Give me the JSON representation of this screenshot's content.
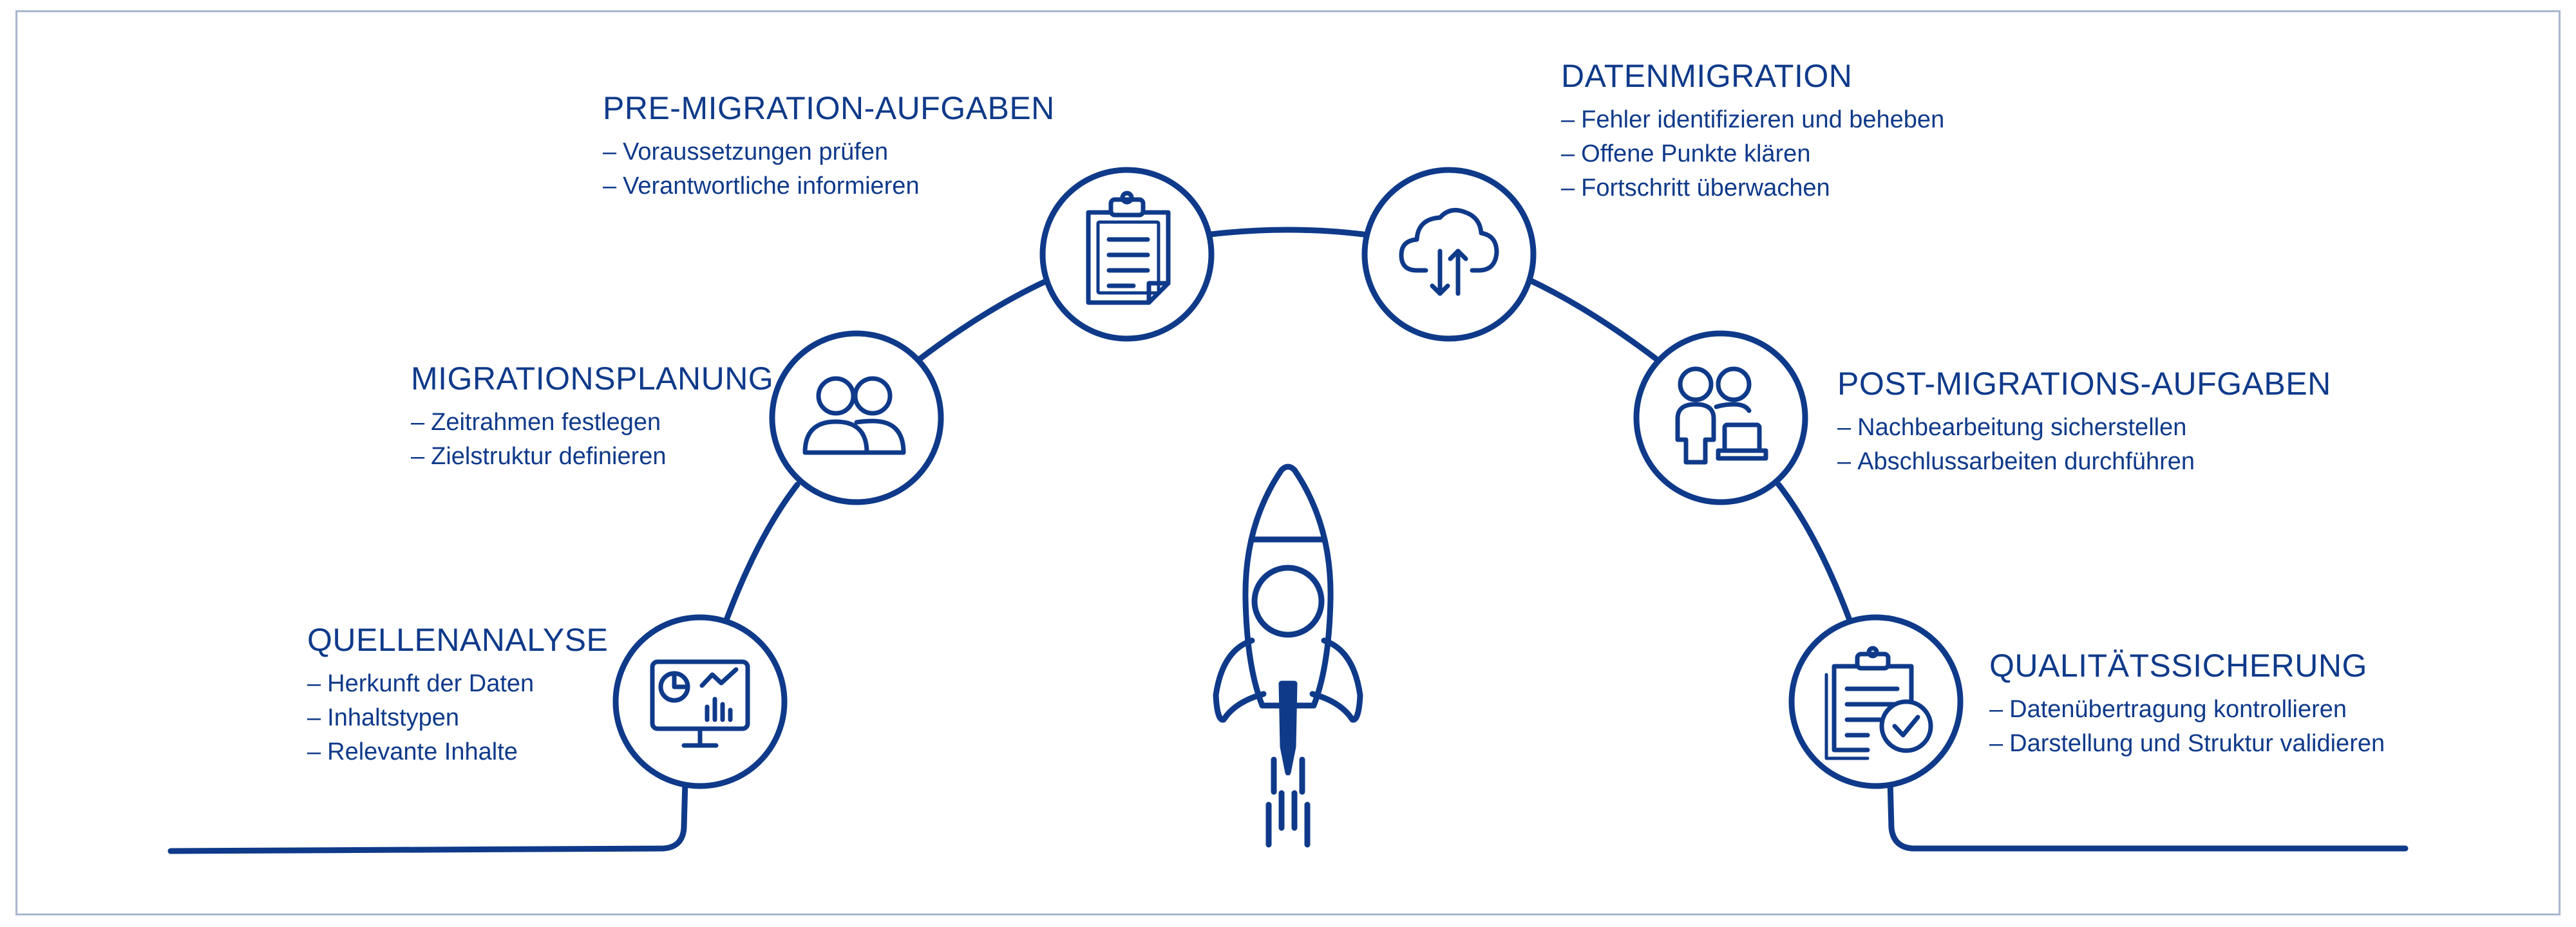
{
  "accent": "#0f3a8a",
  "frame_color": "#a9b6cf",
  "stages": [
    {
      "id": "quellenanalyse",
      "title": "QUELLENANALYSE",
      "icon": "dashboard-monitor-icon",
      "items": [
        "Herkunft der Daten",
        "Inhaltstypen",
        "Relevante Inhalte"
      ]
    },
    {
      "id": "migrationsplanung",
      "title": "MIGRATIONSPLANUNG",
      "icon": "team-icon",
      "items": [
        "Zeitrahmen festlegen",
        "Zielstruktur definieren"
      ]
    },
    {
      "id": "pre-migration",
      "title": "PRE-MIGRATION-AUFGABEN",
      "icon": "clipboard-icon",
      "items": [
        "Voraussetzungen prüfen",
        "Verantwortliche informieren"
      ]
    },
    {
      "id": "datenmigration",
      "title": "DATENMIGRATION",
      "icon": "cloud-transfer-icon",
      "items": [
        "Fehler identifizieren und beheben",
        "Offene Punkte klären",
        "Fortschritt überwachen"
      ]
    },
    {
      "id": "post-migration",
      "title": "POST-MIGRATIONS-AUFGABEN",
      "icon": "users-laptop-icon",
      "items": [
        "Nachbearbeitung sicherstellen",
        "Abschlussarbeiten durchführen"
      ]
    },
    {
      "id": "qualitaetssicherung",
      "title": "QUALITÄTSSICHERUNG",
      "icon": "clipboard-check-icon",
      "items": [
        "Datenübertragung kontrollieren",
        "Darstellung und Struktur validieren"
      ]
    }
  ],
  "center_icon": "rocket-icon",
  "dash": "–"
}
